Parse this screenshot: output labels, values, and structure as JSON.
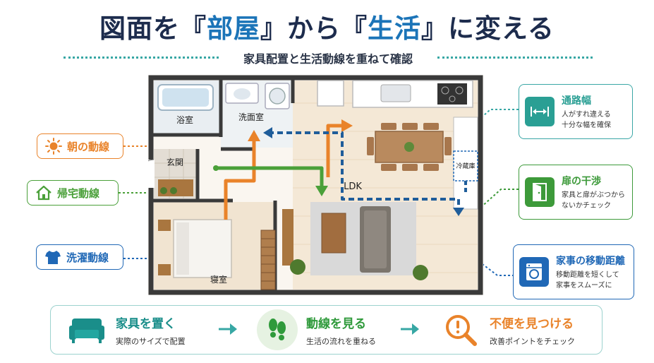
{
  "header": {
    "title_part1": "図面を",
    "title_bracket_open1": "『",
    "title_hl1": "部屋",
    "title_bracket_close1": "』",
    "title_part2": "から",
    "title_bracket_open2": "『",
    "title_hl2": "生活",
    "title_bracket_close2": "』",
    "title_part3": "に変える",
    "subtitle": "家具配置と生活動線を重ねて確認"
  },
  "plan": {
    "rooms": {
      "bath": "浴室",
      "washroom": "洗面室",
      "entrance": "玄関",
      "ldk": "LDK",
      "bedroom": "寝室",
      "fridge": "冷蔵庫"
    }
  },
  "left_callouts": [
    {
      "label": "朝の動線",
      "color": "#e9832a",
      "icon": "sun-icon"
    },
    {
      "label": "帰宅動線",
      "color": "#4aa039",
      "icon": "house-icon"
    },
    {
      "label": "洗濯動線",
      "color": "#2068b6",
      "icon": "shirt-icon"
    }
  ],
  "right_callouts": [
    {
      "title": "通路幅",
      "desc1": "人がすれ違える",
      "desc2": "十分な幅を確保",
      "color": "#2a9f94",
      "icon": "width-arrows-icon"
    },
    {
      "title": "扉の干渉",
      "desc1": "家具と扉がぶつから",
      "desc2": "ないかチェック",
      "color": "#3d9a3a",
      "icon": "door-icon"
    },
    {
      "title": "家事の移動距離",
      "desc1": "移動距離を短くして",
      "desc2": "家事をスムーズに",
      "color": "#2068b6",
      "icon": "washing-machine-icon"
    }
  ],
  "steps": [
    {
      "title": "家具を置く",
      "desc": "実際のサイズで配置",
      "color": "#1a8e8a",
      "icon": "sofa-icon"
    },
    {
      "title": "動線を見る",
      "desc": "生活の流れを重ねる",
      "color": "#2f9a3b",
      "icon": "footprints-icon"
    },
    {
      "title": "不便を見つける",
      "desc": "改善ポイントをチェック",
      "color": "#e9832a",
      "icon": "magnifier-alert-icon"
    }
  ],
  "colors": {
    "navy": "#1d2c4d",
    "blue": "#1b74b8",
    "teal": "#37a7a4",
    "orange": "#e9832a",
    "green": "#4aa039",
    "laundry_blue": "#2068b6"
  }
}
